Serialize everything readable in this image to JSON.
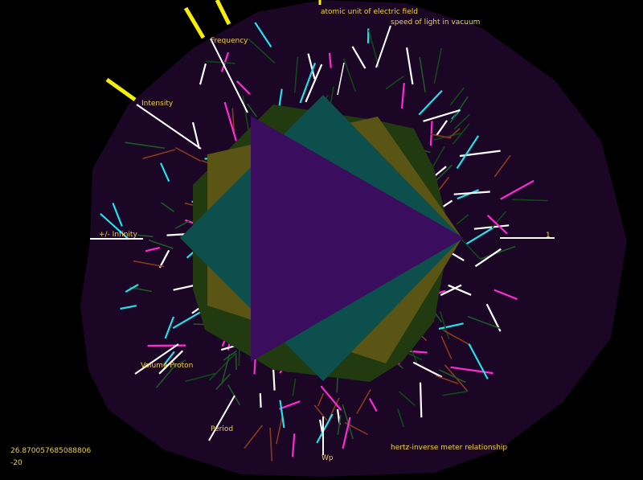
{
  "labels": {
    "electric_field": "atomic unit of electric field",
    "speed_of_light": "speed of light in vacuum",
    "frequency": "Frequency",
    "intensity": "Intensity",
    "infinity": "+/- Infinity",
    "one": "1",
    "volume_proton": "Volume Proton",
    "period": "Period",
    "wp": "Wp",
    "hertz": "hertz-inverse meter relationship"
  },
  "readout": {
    "value": "26.870057685088806",
    "exponent": "-20"
  },
  "colors": {
    "background": "#000000",
    "disc": "#1c0626",
    "label_text": "#f0d23a",
    "pointer": "#f5ee0a",
    "triangle_front": "#3a0d5e",
    "triangle_teal": "#0c4f4c",
    "triangle_olive": "#5a5514",
    "triangle_green": "#213a10",
    "tick_colors": [
      "#8a3a1c",
      "#ff2ad4",
      "#22e2ea",
      "#ffffff",
      "#0f4a14",
      "#1c5a24"
    ]
  }
}
